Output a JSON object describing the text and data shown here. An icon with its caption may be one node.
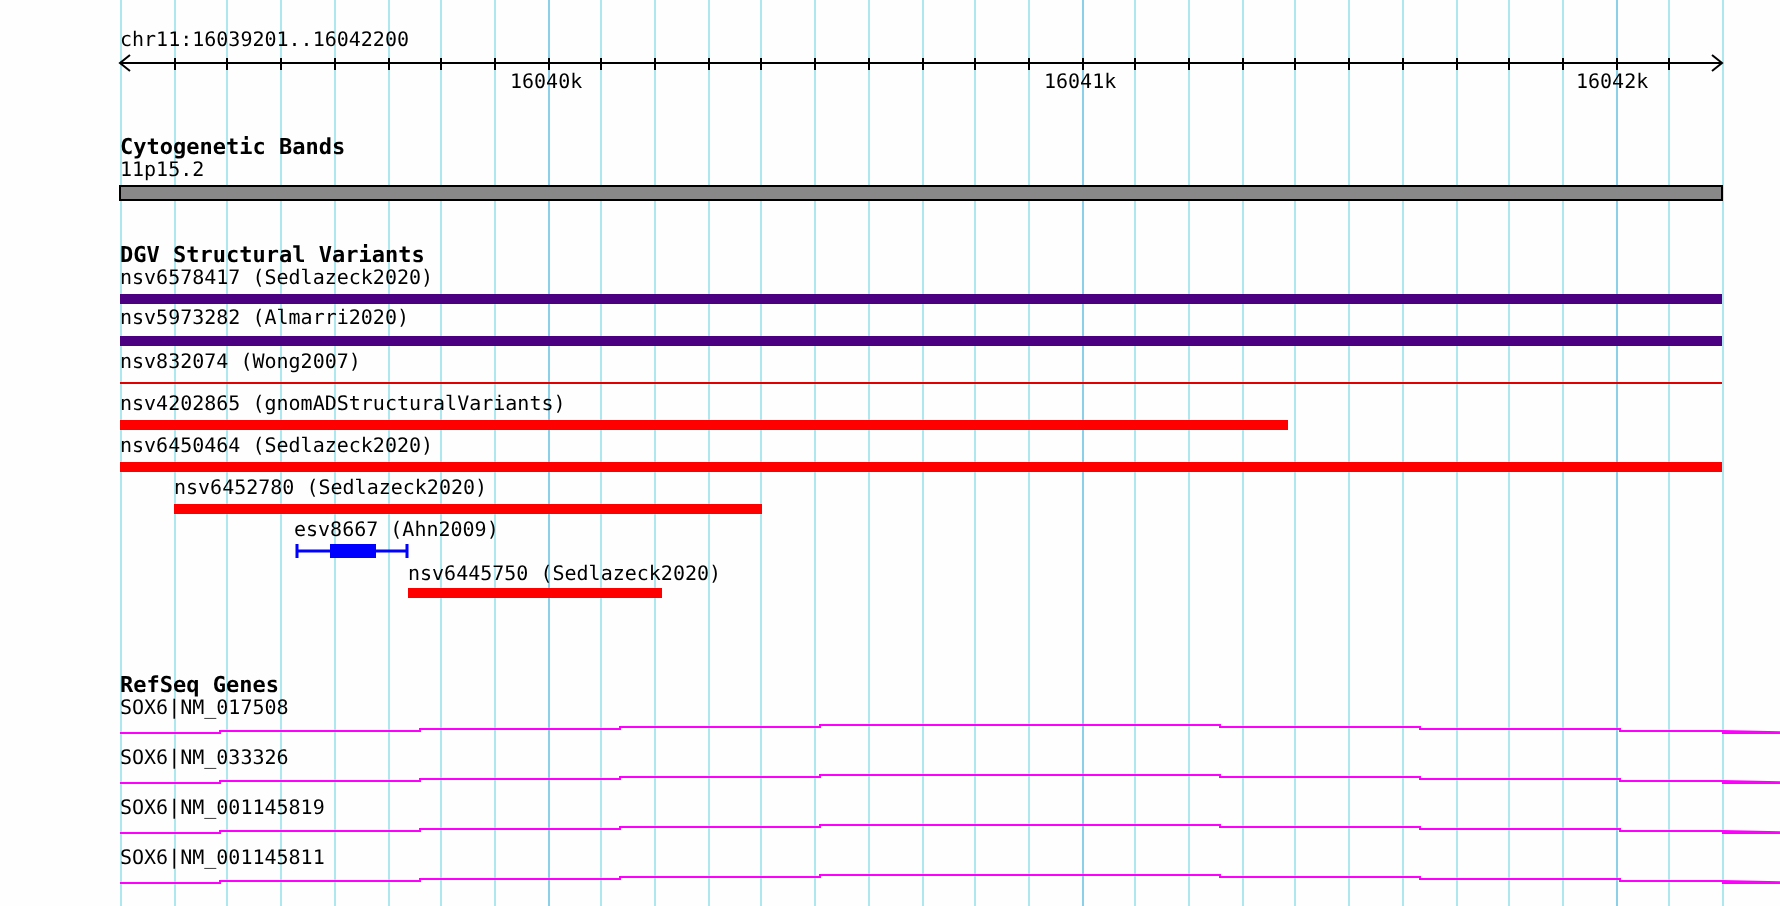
{
  "diagram": {
    "labels": [
      "chr11:16039201..16042200",
      "16040k",
      "16041k",
      "16042k",
      "Cytogenetic Bands",
      "11p15.2",
      "DGV Structural Variants",
      "nsv6578417 (Sedlazeck2020)",
      "nsv5973282 (Almarri2020)",
      "nsv832074 (Wong2007)",
      "nsv4202865 (gnomADStructuralVariants)",
      "nsv6450464 (Sedlazeck2020)",
      "nsv6452780 (Sedlazeck2020)",
      "esv8667 (Ahn2009)",
      "nsv6445750 (Sedlazeck2020)",
      "RefSeq Genes",
      "SOX6|NM_017508",
      "SOX6|NM_033326",
      "SOX6|NM_001145819",
      "SOX6|NM_001145811"
    ]
  }
}
